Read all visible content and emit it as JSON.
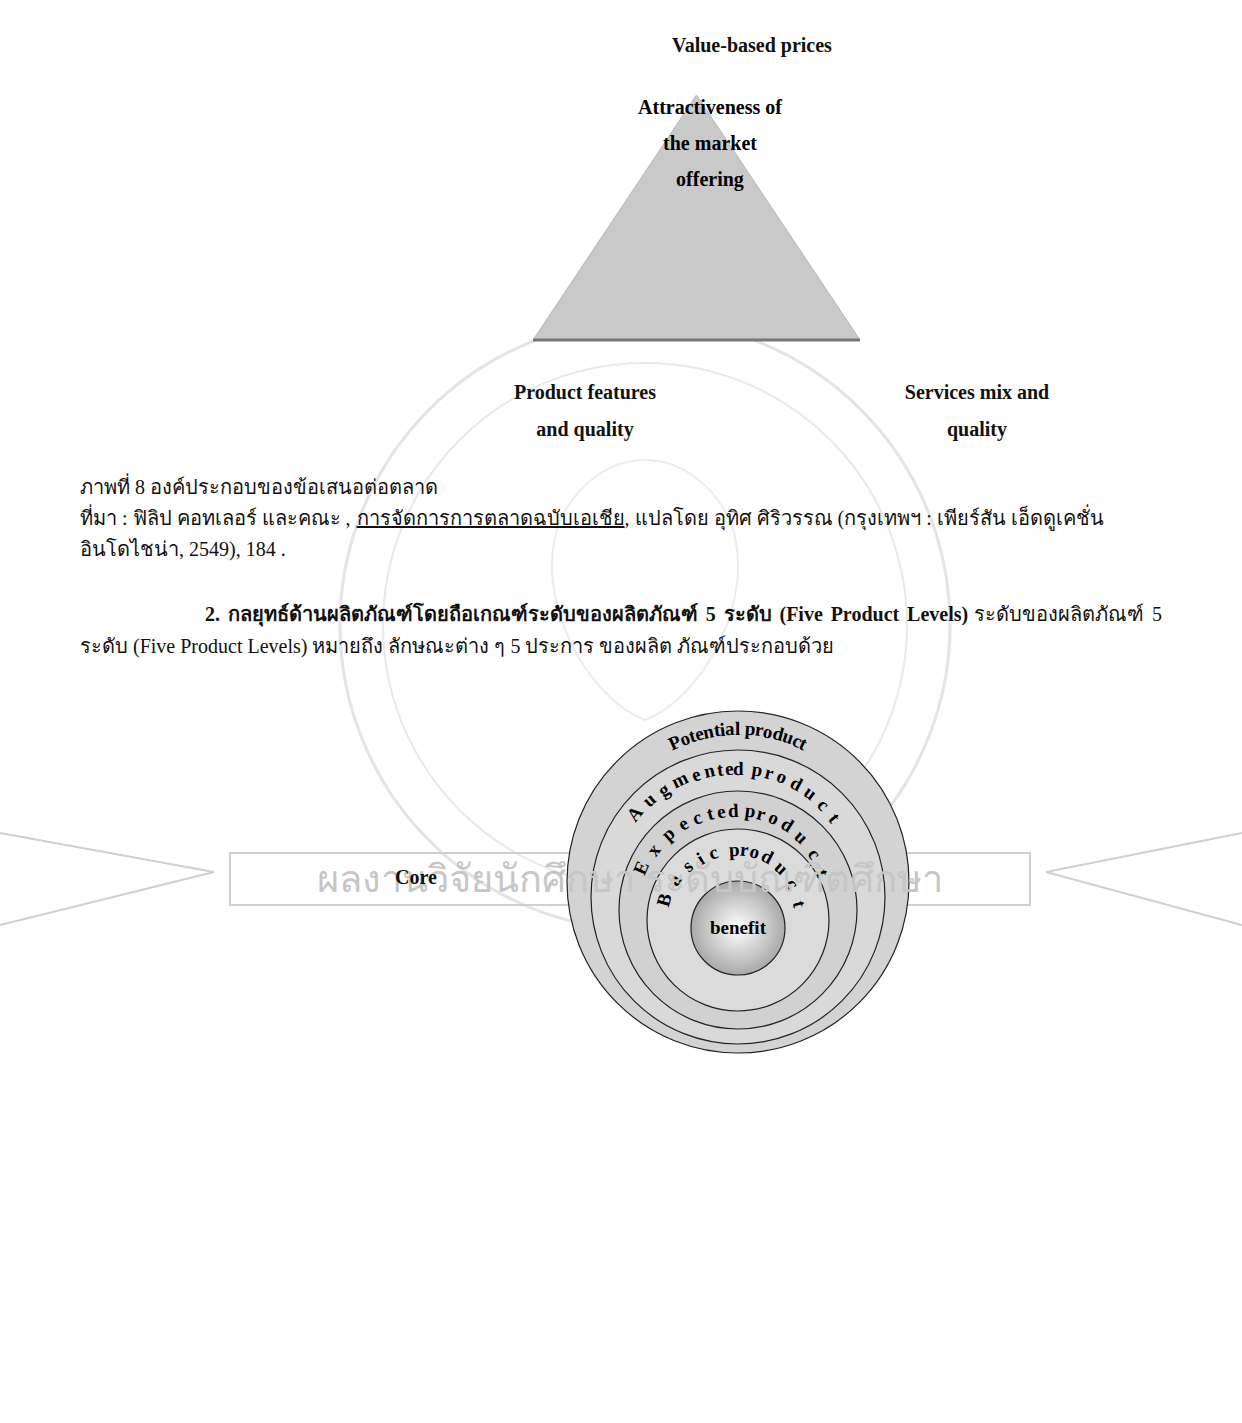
{
  "diagram": {
    "caption": "ภาพที่ 8 องค์ประกอบของข้อเสนอต่อตลาด",
    "nodes": [
      {
        "text": [
          "Attractiveness of the market offering"
        ]
      },
      {
        "text": [
          "Potential product"
        ]
      },
      {
        "text": [
          "Augmented product"
        ],
        "in": 1
      },
      {
        "text": [
          "Expected product"
        ],
        "in": 2
      },
      {
        "text": [
          "Basic product"
        ],
        "in": 3
      },
      {
        "text": [
          "benefit"
        ],
        "in": 4
      }
    ],
    "labels": [
      "Value-based prices",
      "Product features and quality",
      "Services mix and quality",
      "ที่มา : ฟิลิป คอทเลอร์ และคณะ ,",
      "การจัดการการตลาดฉบับเอเชีย",
      ", แปลโดย อุทิศ ศิริวรรณ (กรุงเทพฯ : เพียร์สัน เอ็ดดูเคชั่น อินโดไชน่า, 2549), 184 .",
      "2. กลยุทธ์ด้านผลิตภัณฑ์โดยถือเกณฑ์ระดับของผลิตภัณฑ์ 5 ระดับ (Five Product Levels)",
      "ระดับของผลิตภัณฑ์ 5 ระดับ (Five Product Levels) หมายถึง ลักษณะต่าง ๆ 5 ประการ ของผลิต ภัณฑ์ประกอบด้วย",
      "Core",
      "ผลงานวิจัยนักศึกษา ระดับบัณฑิตศึกษา"
    ]
  }
}
